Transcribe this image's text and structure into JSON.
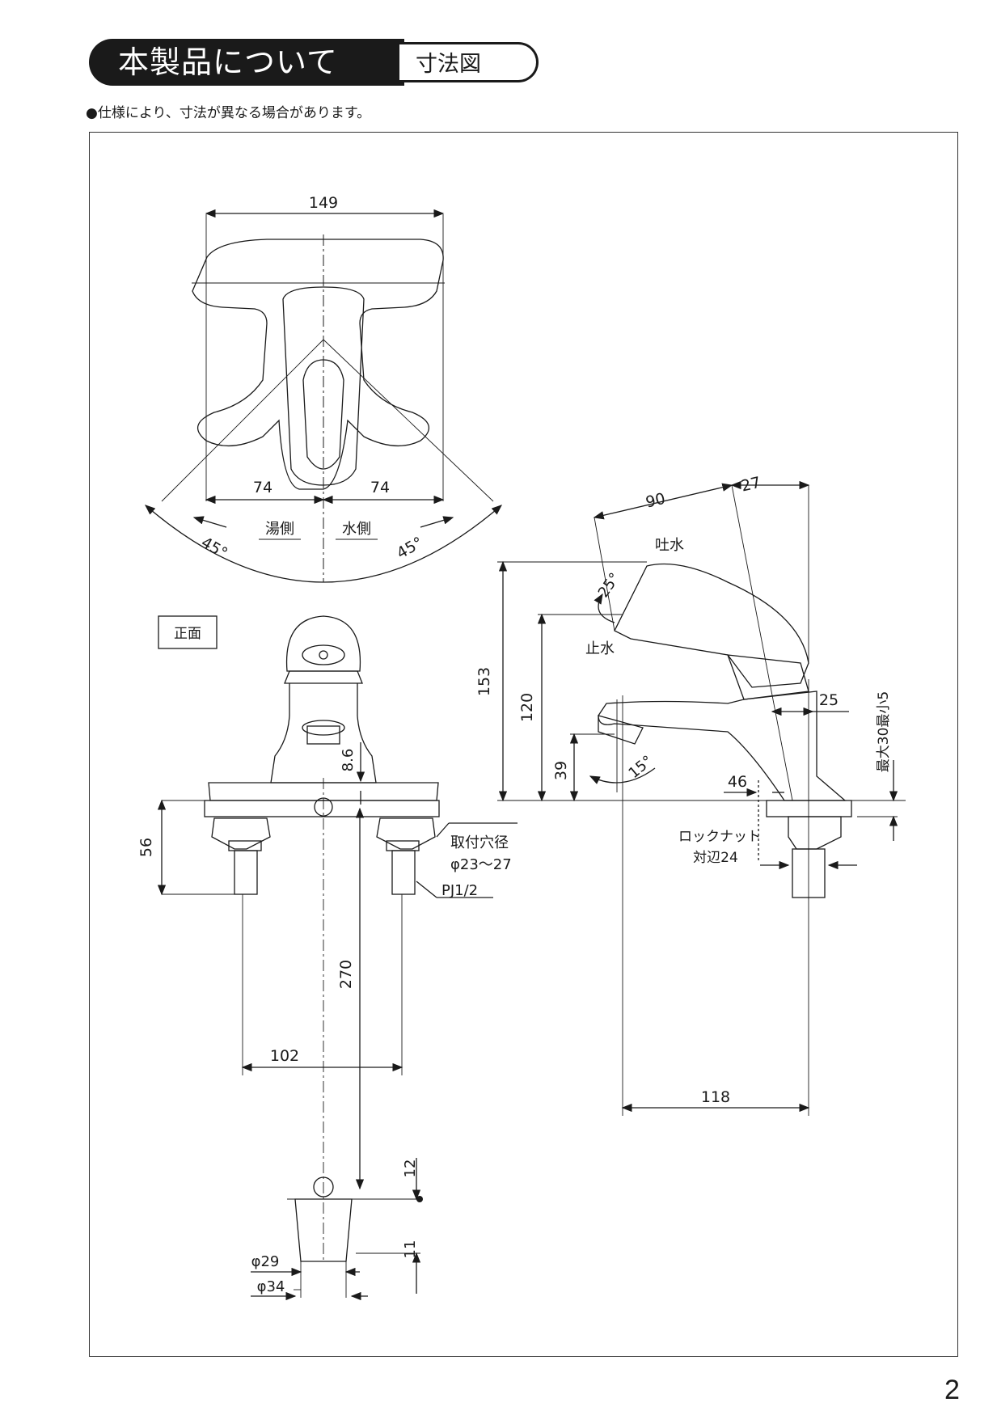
{
  "header": {
    "title": "本製品について",
    "subtitle": "寸法図"
  },
  "note": "●仕様により、寸法が異なる場合があります。",
  "page_number": "2",
  "top_view": {
    "width_total": "149",
    "left_offset": "74",
    "right_offset": "74",
    "hot_side": "湯側",
    "cold_side": "水側",
    "angle_left": "45°",
    "angle_right": "45°"
  },
  "front_view": {
    "label": "正面",
    "dim_86": "8.6",
    "dim_56": "56",
    "hole_label": "取付穴径",
    "hole_value": "φ23～27",
    "pipe_label": "PJ1/2",
    "dim_270": "270",
    "dim_102": "102",
    "dim_12": "12",
    "dim_11": "11",
    "dim_phi29": "φ29",
    "dim_phi34": "φ34"
  },
  "side_view": {
    "dim_90": "90",
    "dim_27": "27",
    "spout_on": "吐水",
    "spout_off": "止水",
    "angle_25": "25°",
    "angle_15": "15°",
    "dim_153": "153",
    "dim_120": "120",
    "dim_39": "39",
    "dim_25": "25",
    "dim_46": "46",
    "thickness": "最大30最小5",
    "locknut_label": "ロックナット",
    "locknut_value": "対辺24",
    "dim_118": "118"
  }
}
